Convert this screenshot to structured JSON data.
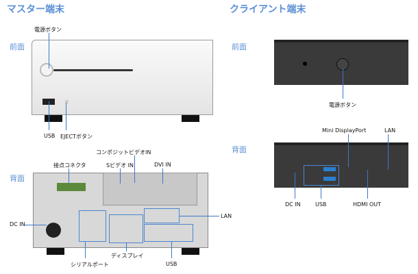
{
  "master": {
    "title": "マスター端末",
    "front": "前面",
    "back": "背面",
    "front_labels": {
      "power": "電源ボタン",
      "usb": "USB",
      "eject": "EJECTボタン"
    },
    "back_labels": {
      "contact": "接点コネクタ",
      "composite": "コンポジットビデオIN",
      "svideo": "Sビデオ IN",
      "dvi_in": "DVI IN",
      "dc_in": "DC IN",
      "serial": "シリアルポート",
      "display": "ディスプレイ",
      "usb": "USB",
      "lan": "LAN"
    }
  },
  "client": {
    "title": "クライアント端末",
    "front": "前面",
    "back": "背面",
    "front_labels": {
      "power": "電源ボタン"
    },
    "back_labels": {
      "mdp": "Mini DisplayPort",
      "lan": "LAN",
      "dc_in": "DC IN",
      "usb": "USB",
      "hdmi": "HDMI OUT"
    }
  }
}
